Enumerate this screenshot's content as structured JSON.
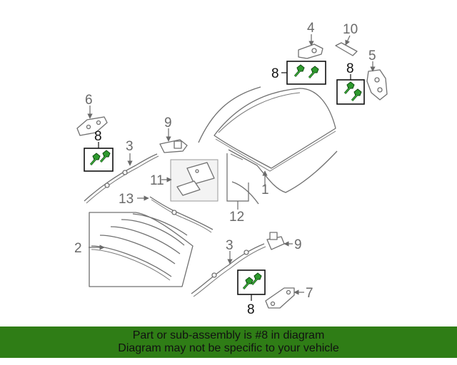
{
  "callouts": {
    "c1": "1",
    "c2": "2",
    "c3a": "3",
    "c3b": "3",
    "c4": "4",
    "c5": "5",
    "c6": "6",
    "c7": "7",
    "c8a": "8",
    "c8b": "8",
    "c8c": "8",
    "c8d": "8",
    "c9a": "9",
    "c9b": "9",
    "c10": "10",
    "c11": "11",
    "c12": "12",
    "c13": "13"
  },
  "highlight_color": "#2e9a2e",
  "banner": {
    "line1": "Part or sub-assembly is #8 in diagram",
    "line2": "Diagram may not be specific to your vehicle",
    "background": "#2f7d16"
  }
}
